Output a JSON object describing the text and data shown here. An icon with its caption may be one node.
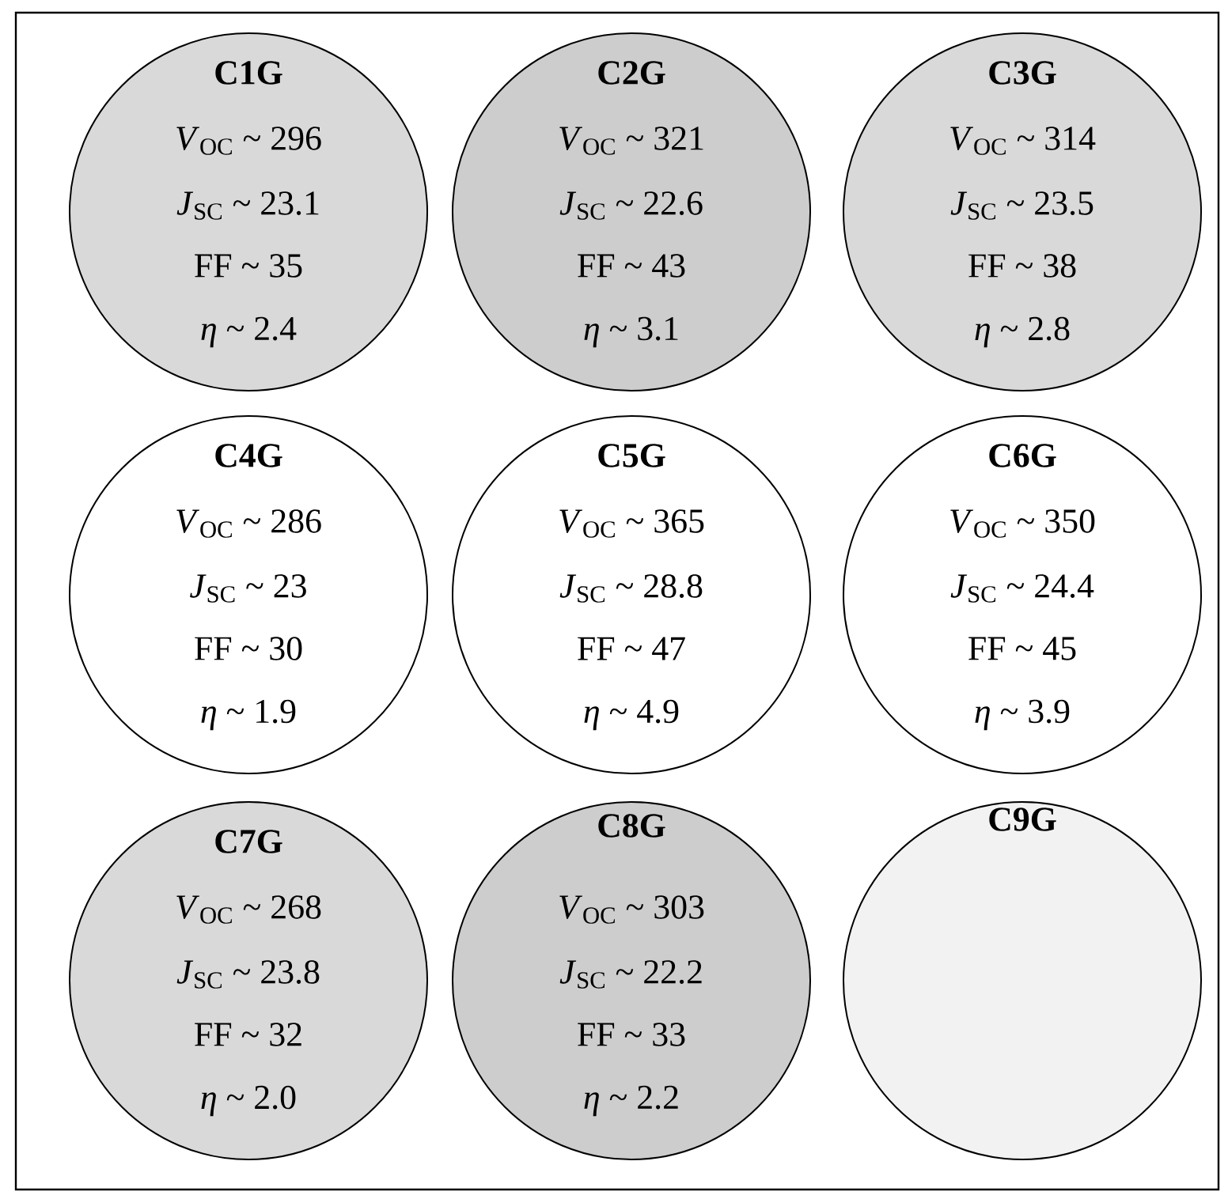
{
  "diagram": {
    "nodes": [
      {
        "text": [
          "C1G",
          "*V*$_{OC}$ ~ 296",
          "*J*$_{SC}$ ~ 23.1",
          "FF ~ 35",
          "*η* ~ 2.4"
        ]
      },
      {
        "text": [
          "C2G",
          "*V*$_{OC}$ ~ 321",
          "*J*$_{SC}$ ~ 22.6",
          "FF ~ 43",
          "*η* ~ 3.1"
        ]
      },
      {
        "text": [
          "C3G",
          "*V*$_{OC}$ ~ 314",
          "*J*$_{SC}$ ~ 23.5",
          "FF ~ 38",
          "*η* ~ 2.8"
        ]
      },
      {
        "text": [
          "C4G",
          "*V*$_{OC}$ ~ 286",
          "*J*$_{SC}$ ~ 23",
          "FF ~ 30",
          "*η* ~ 1.9"
        ]
      },
      {
        "text": [
          "C5G",
          "*V*$_{OC}$ ~ 365",
          "*J*$_{SC}$ ~ 28.8",
          "FF ~ 47",
          "*η* ~ 4.9"
        ]
      },
      {
        "text": [
          "C6G",
          "*V*$_{OC}$ ~ 350",
          "*J*$_{SC}$ ~ 24.4",
          "FF ~ 45",
          "*η* ~ 3.9"
        ]
      },
      {
        "text": [
          "C7G",
          "*V*$_{OC}$ ~ 268",
          "*J*$_{SC}$ ~ 23.8",
          "FF ~ 32",
          "*η* ~ 2.0"
        ]
      },
      {
        "text": [
          "C8G",
          "*V*$_{OC}$ ~ 303",
          "*J*$_{SC}$ ~ 22.2",
          "FF ~ 33",
          "*η* ~ 2.2"
        ]
      },
      {
        "text": [
          "C9G"
        ]
      }
    ]
  }
}
